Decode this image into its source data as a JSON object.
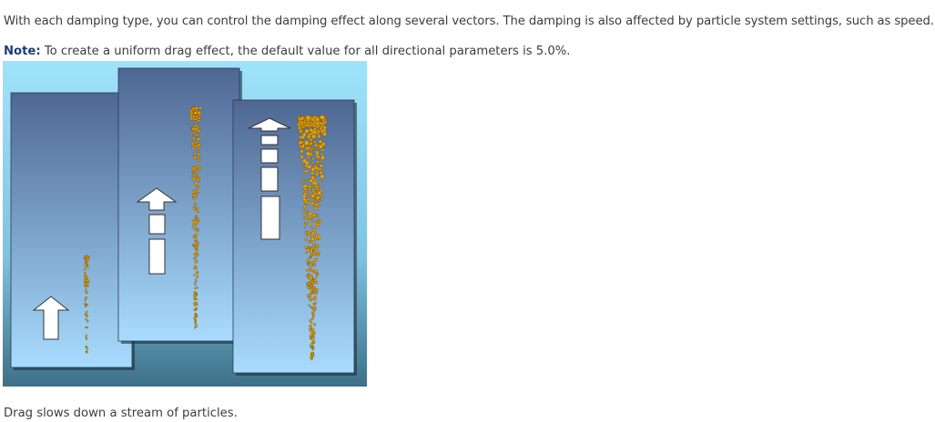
{
  "intro_text": "With each damping type, you can control the damping effect along several vectors. The damping is also affected by particle system settings, such as speed.",
  "note": {
    "label": "Note:",
    "text": "To create a uniform drag effect, the default value for all directional parameters is 5.0%."
  },
  "figure": {
    "colors": {
      "sky_top": "#9fe3fb",
      "sky_bottom": "#3d7088",
      "panel_top": "#4e6793",
      "panel_bottom": "#a8dcff",
      "particle": "#e2a316",
      "particle_dark": "#6b4a08"
    },
    "icons": [
      "up-arrow-icon",
      "up-arrow-icon",
      "up-arrow-icon"
    ]
  },
  "caption": "Drag slows down a stream of particles."
}
